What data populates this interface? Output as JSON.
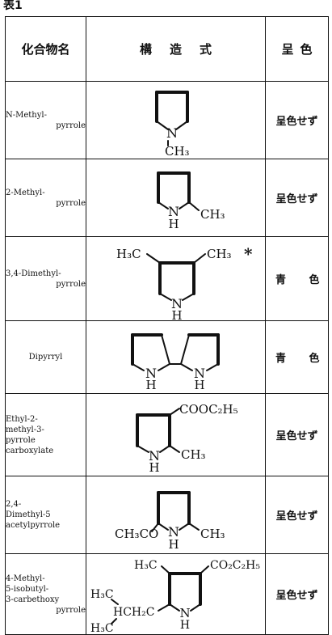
{
  "caption": "表1",
  "headers": {
    "name": "化合物名",
    "structure": "構造式",
    "color": "呈色"
  },
  "rows": [
    {
      "name": [
        "N-Methyl-",
        "pyrrole"
      ],
      "atoms": {
        "n": "N",
        "sub": "CH₃"
      },
      "result": "呈色せず"
    },
    {
      "name": [
        "2-Methyl-",
        "pyrrole"
      ],
      "atoms": {
        "n": "N",
        "h": "H",
        "sub": "CH₃"
      },
      "result": "呈色せず"
    },
    {
      "name": [
        "3,4-Dimethyl-",
        "pyrrole"
      ],
      "atoms": {
        "left": "H₃C",
        "right": "CH₃",
        "star": "*",
        "n": "N",
        "h": "H"
      },
      "result": "青 色"
    },
    {
      "name": [
        "Dipyrryl"
      ],
      "atoms": {
        "n1": "N",
        "h1": "H",
        "n2": "N",
        "h2": "H"
      },
      "result": "青 色"
    },
    {
      "name": [
        "Ethyl-2-",
        "methyl-3-",
        "pyrrole",
        "carboxylate"
      ],
      "atoms": {
        "ester": "COOC₂H₅",
        "n": "N",
        "h": "H",
        "sub": "CH₃"
      },
      "result": "呈色せず"
    },
    {
      "name": [
        "2,4-",
        "Dimethyl-5",
        "acetylpyrrole"
      ],
      "atoms": {
        "acyl": "CH₃CO",
        "n": "N",
        "h": "H",
        "sub": "CH₃"
      },
      "result": "呈色せず"
    },
    {
      "name": [
        "4-Methyl-",
        "5-isobutyl-",
        "3-carbethoxy",
        "pyrrole"
      ],
      "atoms": {
        "top": "H₃C",
        "ester": "CO₂C₂H₅",
        "me1": "H₃C",
        "ch": "HCH₂C",
        "me2": "H₃C",
        "n": "N",
        "h": "H"
      },
      "result": "呈色せず"
    }
  ]
}
